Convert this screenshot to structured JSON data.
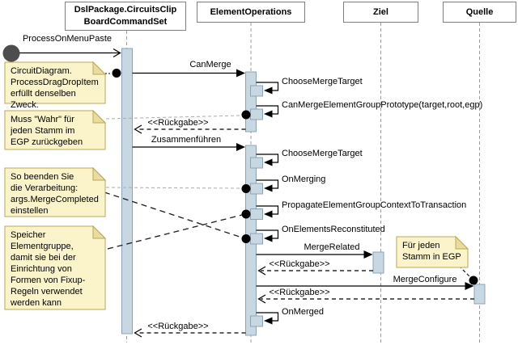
{
  "participants": {
    "command_set": "DslPackage.CircuitsClip\nBoardCommandSet",
    "element_operations": "ElementOperations",
    "target": "Ziel",
    "source": "Quelle"
  },
  "messages": {
    "process_on_menu_paste": "ProcessOnMenuPaste",
    "can_merge": "CanMerge",
    "choose_merge_target_1": "ChooseMergeTarget",
    "can_merge_element_group_prototype": "CanMergeElementGroupPrototype(target,root,egp)",
    "return_1": "<<Rückgabe>>",
    "merge": "Zusammenführen",
    "choose_merge_target_2": "ChooseMergeTarget",
    "on_merging": "OnMerging",
    "propagate_element_group_context": "PropagateElementGroupContextToTransaction",
    "on_elements_reconstituted": "OnElementsReconstituted",
    "merge_related": "MergeRelated",
    "return_2": "<<Rückgabe>>",
    "merge_configure": "MergeConfigure",
    "return_3": "<<Rückgabe>>",
    "on_merged": "OnMerged",
    "return_4": "<<Rückgabe>>"
  },
  "notes": {
    "same_purpose": "CircuitDiagram.\nProcessDragDropItem\nerfüllt denselben Zweck.",
    "must_return_true": "Muss \"Wahr\" für\njeden Stamm im\nEGP zurückgeben",
    "end_processing": "So beenden Sie\ndie Verarbeitung:\nargs.MergeCompleted\neinstellen",
    "store_element_group": "Speicher\nElementgruppe,\ndamit sie bei der\nEinrichtung von\nFormen von Fixup-\nRegeln verwendet\nwerden kann",
    "for_each_root": "Für jeden\nStamm in EGP"
  },
  "colors": {
    "activation_fill": "#c8d8e3",
    "activation_border": "#8ba3b8",
    "note_fill": "#fbf4cb",
    "note_fold": "#e9dc9e",
    "note_border": "#b8a757",
    "lifeline": "#9c9c9c",
    "message_line": "#000000",
    "found_dot": "#4d4d4d"
  }
}
